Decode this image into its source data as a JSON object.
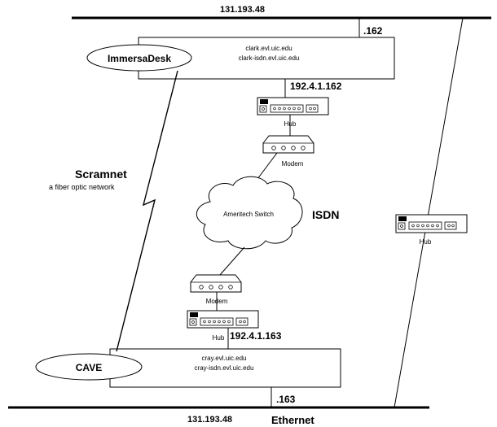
{
  "network": {
    "top_bus_address": "131.193.48",
    "bottom_bus_address": "131.193.48",
    "bottom_bus_label": "Ethernet"
  },
  "immersadesk": {
    "label": "ImmersaDesk",
    "hosts": [
      "clark.evl.uic.edu",
      "clark-isdn.evl.uic.edu"
    ],
    "bus_octet": ".162",
    "isdn_ip": "192.4.1.162"
  },
  "cave": {
    "label": "CAVE",
    "hosts": [
      "cray.evl.uic.edu",
      "cray-isdn.evl.uic.edu"
    ],
    "bus_octet": ".163",
    "isdn_ip": "192.4.1.163"
  },
  "devices": {
    "hub_label": "Hub",
    "modem_label": "Modem",
    "switch_label": "Ameritech Switch"
  },
  "scramnet": {
    "title": "Scramnet",
    "subtitle": "a fiber optic network"
  },
  "isdn": {
    "label": "ISDN"
  }
}
